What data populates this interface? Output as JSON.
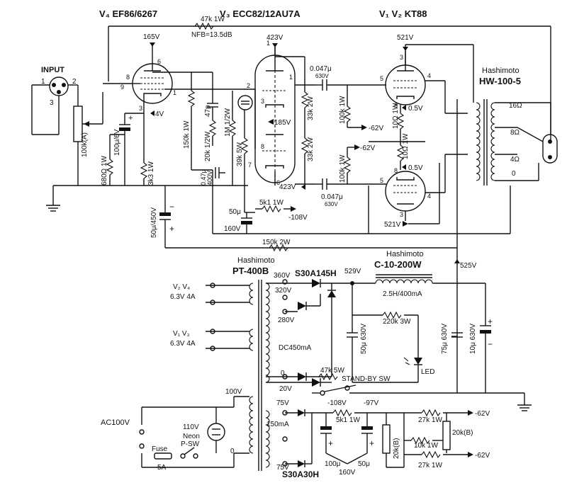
{
  "labels": {
    "v4_tube": "V₄ EF86/6267",
    "v3_tube": "V₃ ECC82/12AU7A",
    "v12_tube": "V₁ V₂ KT88",
    "nfb_r": "47k 1W",
    "nfb": "NFB=13.5dB",
    "input": "INPUT",
    "b165": "165V",
    "b423": "423V",
    "b423b": "423V",
    "b521": "521V",
    "b521b": "521V",
    "cap0047a": "0.047μ",
    "cap630a": "630V",
    "cap0047b": "0.047μ",
    "cap630b": "630V",
    "hashimoto_ot": "Hashimoto",
    "ot_model": "HW-100-5",
    "tap16": "16Ω",
    "tap8": "8Ω",
    "tap4": "4Ω",
    "tap0": "0",
    "v4": "4V",
    "v185": "185V",
    "r150k": "150k 1W",
    "c47p": "47p",
    "r20k": "20k 1/2W",
    "r1m": "1M 1/2W",
    "r39k": "39k 5W",
    "r33k2w_a": "33k 2W",
    "r33k2w_b": "33k 2W",
    "r100k1w_a": "100k 1W",
    "r100k1w_b": "100k 1W",
    "m62a": "-62V",
    "m62b": "-62V",
    "r10_a": "10Ω 1W",
    "r10_b": "10Ω 1W",
    "v05a": "0.5V",
    "v05b": "0.5V",
    "vol": "100k(A)",
    "c100u": "100μ/6V",
    "r680": "680Ω 1W",
    "r3k3": "3k3 1W",
    "c047u": "0.47μ",
    "c400v": "400V",
    "c50u450": "50μ/450V",
    "r5k1": "5k1 1W",
    "m108": "-108V",
    "c50u": "50μ",
    "v160": "160V",
    "r150k2w": "150k 2W",
    "hashimoto_pt": "Hashimoto",
    "pt_model": "PT-400B",
    "v360": "360V",
    "diode1": "S30A145H",
    "v529": "529V",
    "hashimoto_ch": "Hashimoto",
    "ch_model": "C-10-200W",
    "ch_spec": "2.5H/400mA",
    "v525": "525V",
    "v320": "320V",
    "v280": "280V",
    "v2v4": "V₂ V₄",
    "h63a": "6.3V 4A",
    "v1v3": "V₁ V₃",
    "h63b": "6.3V 4A",
    "r220k": "220k 3W",
    "c50u630": "50μ 630V",
    "c75u630": "75μ 630V",
    "c10u630": "10μ 630V",
    "dc450": "DC450mA",
    "led": "LED",
    "r47k5w": "47k 5W",
    "standby": "STAND-BY SW",
    "zero": "0",
    "v20": "20V",
    "v100": "100V",
    "v75a": "75V",
    "ac100": "AC100V",
    "m108b": "-108V",
    "m97": "-97V",
    "r5k1b": "5k1 1W",
    "r27k_a": "27k 1W",
    "m62c": "-62V",
    "i150": "150mA",
    "r20kb_a": "20k(B)",
    "r20kb_b": "20k(B)",
    "r10k": "10k 1W",
    "r27k_b": "27k 1W",
    "m62d": "-62V",
    "neon_a": "110V",
    "neon_b": "Neon",
    "fuse": "Fuse",
    "psw": "P-SW",
    "f5a": "5A",
    "zero_b": "0",
    "c100": "100μ",
    "c50b": "50μ",
    "v160b": "160V",
    "v75b": "75V",
    "diode2": "S30A30H",
    "pin1": "1",
    "pin2": "2",
    "pin3": "3"
  }
}
